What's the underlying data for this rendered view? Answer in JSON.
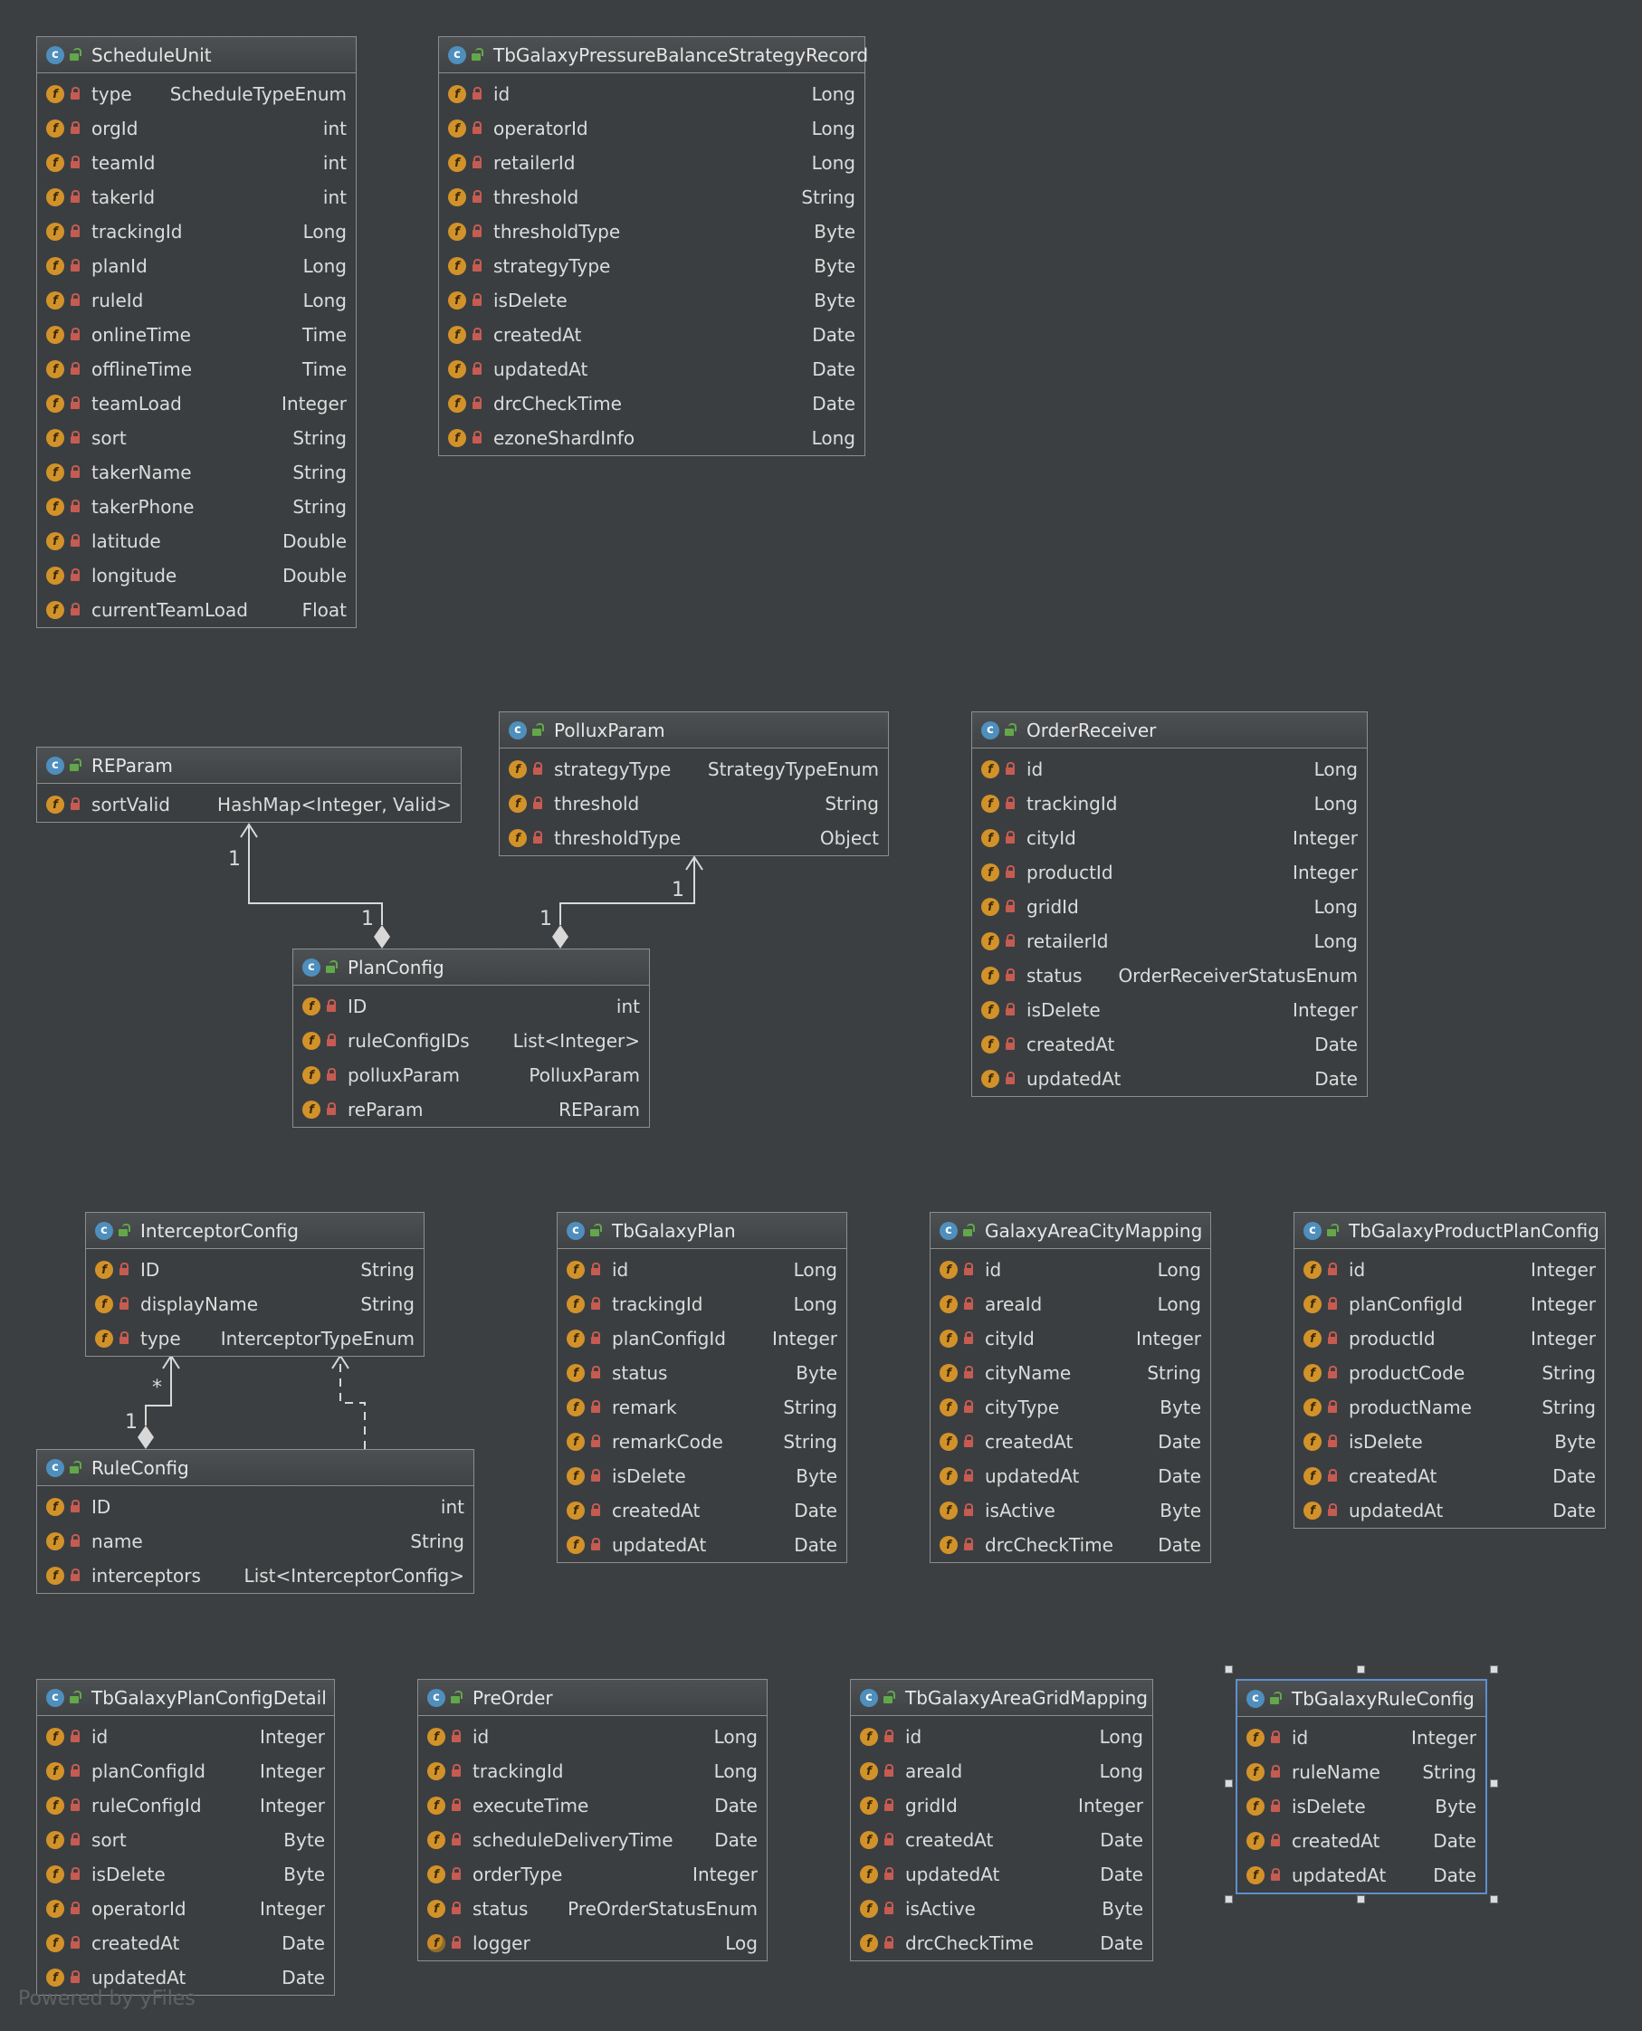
{
  "diagram": {
    "watermark": "Powered by yFiles",
    "selected_class": "TbGalaxyRuleConfig",
    "class_icon_glyph": "c",
    "field_icon_glyph": "f",
    "classes": [
      {
        "name": "ScheduleUnit",
        "fields": [
          {
            "name": "type",
            "type": "ScheduleTypeEnum"
          },
          {
            "name": "orgId",
            "type": "int"
          },
          {
            "name": "teamId",
            "type": "int"
          },
          {
            "name": "takerId",
            "type": "int"
          },
          {
            "name": "trackingId",
            "type": "Long"
          },
          {
            "name": "planId",
            "type": "Long"
          },
          {
            "name": "ruleId",
            "type": "Long"
          },
          {
            "name": "onlineTime",
            "type": "Time"
          },
          {
            "name": "offlineTime",
            "type": "Time"
          },
          {
            "name": "teamLoad",
            "type": "Integer"
          },
          {
            "name": "sort",
            "type": "String"
          },
          {
            "name": "takerName",
            "type": "String"
          },
          {
            "name": "takerPhone",
            "type": "String"
          },
          {
            "name": "latitude",
            "type": "Double"
          },
          {
            "name": "longitude",
            "type": "Double"
          },
          {
            "name": "currentTeamLoad",
            "type": "Float"
          }
        ]
      },
      {
        "name": "TbGalaxyPressureBalanceStrategyRecord",
        "fields": [
          {
            "name": "id",
            "type": "Long"
          },
          {
            "name": "operatorId",
            "type": "Long"
          },
          {
            "name": "retailerId",
            "type": "Long"
          },
          {
            "name": "threshold",
            "type": "String"
          },
          {
            "name": "thresholdType",
            "type": "Byte"
          },
          {
            "name": "strategyType",
            "type": "Byte"
          },
          {
            "name": "isDelete",
            "type": "Byte"
          },
          {
            "name": "createdAt",
            "type": "Date"
          },
          {
            "name": "updatedAt",
            "type": "Date"
          },
          {
            "name": "drcCheckTime",
            "type": "Date"
          },
          {
            "name": "ezoneShardInfo",
            "type": "Long"
          }
        ]
      },
      {
        "name": "REParam",
        "fields": [
          {
            "name": "sortValid",
            "type": "HashMap<Integer, Valid>"
          }
        ]
      },
      {
        "name": "PolluxParam",
        "fields": [
          {
            "name": "strategyType",
            "type": "StrategyTypeEnum"
          },
          {
            "name": "threshold",
            "type": "String"
          },
          {
            "name": "thresholdType",
            "type": "Object"
          }
        ]
      },
      {
        "name": "OrderReceiver",
        "fields": [
          {
            "name": "id",
            "type": "Long"
          },
          {
            "name": "trackingId",
            "type": "Long"
          },
          {
            "name": "cityId",
            "type": "Integer"
          },
          {
            "name": "productId",
            "type": "Integer"
          },
          {
            "name": "gridId",
            "type": "Long"
          },
          {
            "name": "retailerId",
            "type": "Long"
          },
          {
            "name": "status",
            "type": "OrderReceiverStatusEnum"
          },
          {
            "name": "isDelete",
            "type": "Integer"
          },
          {
            "name": "createdAt",
            "type": "Date"
          },
          {
            "name": "updatedAt",
            "type": "Date"
          }
        ]
      },
      {
        "name": "PlanConfig",
        "fields": [
          {
            "name": "ID",
            "type": "int"
          },
          {
            "name": "ruleConfigIDs",
            "type": "List<Integer>"
          },
          {
            "name": "polluxParam",
            "type": "PolluxParam"
          },
          {
            "name": "reParam",
            "type": "REParam"
          }
        ]
      },
      {
        "name": "InterceptorConfig",
        "fields": [
          {
            "name": "ID",
            "type": "String"
          },
          {
            "name": "displayName",
            "type": "String"
          },
          {
            "name": "type",
            "type": "InterceptorTypeEnum"
          }
        ]
      },
      {
        "name": "RuleConfig",
        "fields": [
          {
            "name": "ID",
            "type": "int"
          },
          {
            "name": "name",
            "type": "String"
          },
          {
            "name": "interceptors",
            "type": "List<InterceptorConfig>"
          }
        ]
      },
      {
        "name": "TbGalaxyPlan",
        "fields": [
          {
            "name": "id",
            "type": "Long"
          },
          {
            "name": "trackingId",
            "type": "Long"
          },
          {
            "name": "planConfigId",
            "type": "Integer"
          },
          {
            "name": "status",
            "type": "Byte"
          },
          {
            "name": "remark",
            "type": "String"
          },
          {
            "name": "remarkCode",
            "type": "String"
          },
          {
            "name": "isDelete",
            "type": "Byte"
          },
          {
            "name": "createdAt",
            "type": "Date"
          },
          {
            "name": "updatedAt",
            "type": "Date"
          }
        ]
      },
      {
        "name": "GalaxyAreaCityMapping",
        "fields": [
          {
            "name": "id",
            "type": "Long"
          },
          {
            "name": "areaId",
            "type": "Long"
          },
          {
            "name": "cityId",
            "type": "Integer"
          },
          {
            "name": "cityName",
            "type": "String"
          },
          {
            "name": "cityType",
            "type": "Byte"
          },
          {
            "name": "createdAt",
            "type": "Date"
          },
          {
            "name": "updatedAt",
            "type": "Date"
          },
          {
            "name": "isActive",
            "type": "Byte"
          },
          {
            "name": "drcCheckTime",
            "type": "Date"
          }
        ]
      },
      {
        "name": "TbGalaxyProductPlanConfig",
        "fields": [
          {
            "name": "id",
            "type": "Integer"
          },
          {
            "name": "planConfigId",
            "type": "Integer"
          },
          {
            "name": "productId",
            "type": "Integer"
          },
          {
            "name": "productCode",
            "type": "String"
          },
          {
            "name": "productName",
            "type": "String"
          },
          {
            "name": "isDelete",
            "type": "Byte"
          },
          {
            "name": "createdAt",
            "type": "Date"
          },
          {
            "name": "updatedAt",
            "type": "Date"
          }
        ]
      },
      {
        "name": "TbGalaxyPlanConfigDetail",
        "fields": [
          {
            "name": "id",
            "type": "Integer"
          },
          {
            "name": "planConfigId",
            "type": "Integer"
          },
          {
            "name": "ruleConfigId",
            "type": "Integer"
          },
          {
            "name": "sort",
            "type": "Byte"
          },
          {
            "name": "isDelete",
            "type": "Byte"
          },
          {
            "name": "operatorId",
            "type": "Integer"
          },
          {
            "name": "createdAt",
            "type": "Date"
          },
          {
            "name": "updatedAt",
            "type": "Date"
          }
        ]
      },
      {
        "name": "PreOrder",
        "fields": [
          {
            "name": "id",
            "type": "Long"
          },
          {
            "name": "trackingId",
            "type": "Long"
          },
          {
            "name": "executeTime",
            "type": "Date"
          },
          {
            "name": "scheduleDeliveryTime",
            "type": "Date"
          },
          {
            "name": "orderType",
            "type": "Integer"
          },
          {
            "name": "status",
            "type": "PreOrderStatusEnum"
          },
          {
            "name": "logger",
            "type": "Log",
            "static": true
          }
        ]
      },
      {
        "name": "TbGalaxyAreaGridMapping",
        "fields": [
          {
            "name": "id",
            "type": "Long"
          },
          {
            "name": "areaId",
            "type": "Long"
          },
          {
            "name": "gridId",
            "type": "Integer"
          },
          {
            "name": "createdAt",
            "type": "Date"
          },
          {
            "name": "updatedAt",
            "type": "Date"
          },
          {
            "name": "isActive",
            "type": "Byte"
          },
          {
            "name": "drcCheckTime",
            "type": "Date"
          }
        ]
      },
      {
        "name": "TbGalaxyRuleConfig",
        "fields": [
          {
            "name": "id",
            "type": "Integer"
          },
          {
            "name": "ruleName",
            "type": "String"
          },
          {
            "name": "isDelete",
            "type": "Byte"
          },
          {
            "name": "createdAt",
            "type": "Date"
          },
          {
            "name": "updatedAt",
            "type": "Date"
          }
        ]
      }
    ],
    "edges": [
      {
        "from": "PlanConfig",
        "to": "REParam",
        "kind": "composition",
        "source_mult": "1",
        "target_mult": "1"
      },
      {
        "from": "PlanConfig",
        "to": "PolluxParam",
        "kind": "composition",
        "source_mult": "1",
        "target_mult": "1"
      },
      {
        "from": "RuleConfig",
        "to": "InterceptorConfig",
        "kind": "composition",
        "source_mult": "1",
        "target_mult": "*"
      },
      {
        "from": "RuleConfig",
        "to": "InterceptorConfig",
        "kind": "dependency",
        "source_mult": "",
        "target_mult": ""
      }
    ]
  }
}
